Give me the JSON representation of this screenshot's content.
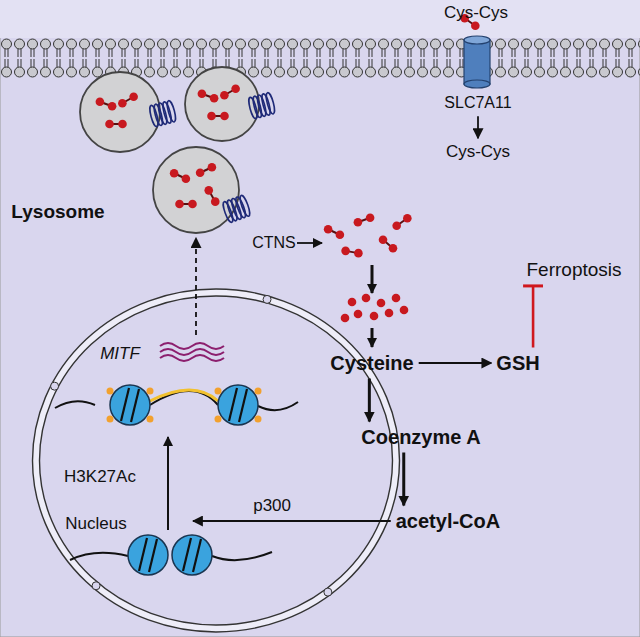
{
  "diagram": {
    "nodes": [
      {
        "text": [
          "Cys-Cys"
        ]
      },
      {
        "text": [
          "SLC7A11"
        ]
      },
      {
        "text": [
          "Cys-Cys"
        ]
      },
      {
        "text": [
          "Lysosome"
        ]
      },
      {
        "text": [
          "CTNS"
        ]
      },
      {
        "text": [
          "Ferroptosis"
        ]
      },
      {
        "text": [
          "Cysteine"
        ]
      },
      {
        "text": [
          "GSH"
        ]
      },
      {
        "text": [
          "Coenzyme A"
        ]
      },
      {
        "text": [
          "acetyl-CoA"
        ]
      },
      {
        "text": [
          "Nucleus"
        ]
      },
      {
        "text": [
          "MITF"
        ],
        "in": 10
      },
      {
        "text": [
          "H3K27Ac"
        ],
        "in": 10
      }
    ],
    "edges": [
      {
        "from": 1,
        "to": 2,
        "arrow": "to"
      },
      {
        "from": 6,
        "to": 7,
        "arrow": "to"
      },
      {
        "from": 6,
        "to": 8,
        "arrow": "to"
      },
      {
        "from": 8,
        "to": 9,
        "arrow": "to"
      },
      {
        "from": 9,
        "to": 12,
        "label": "p300",
        "arrow": "to"
      },
      {
        "from": 7,
        "to": 5,
        "arrow": "to"
      },
      {
        "from": 11,
        "to": 3,
        "arrow": "to"
      }
    ]
  }
}
